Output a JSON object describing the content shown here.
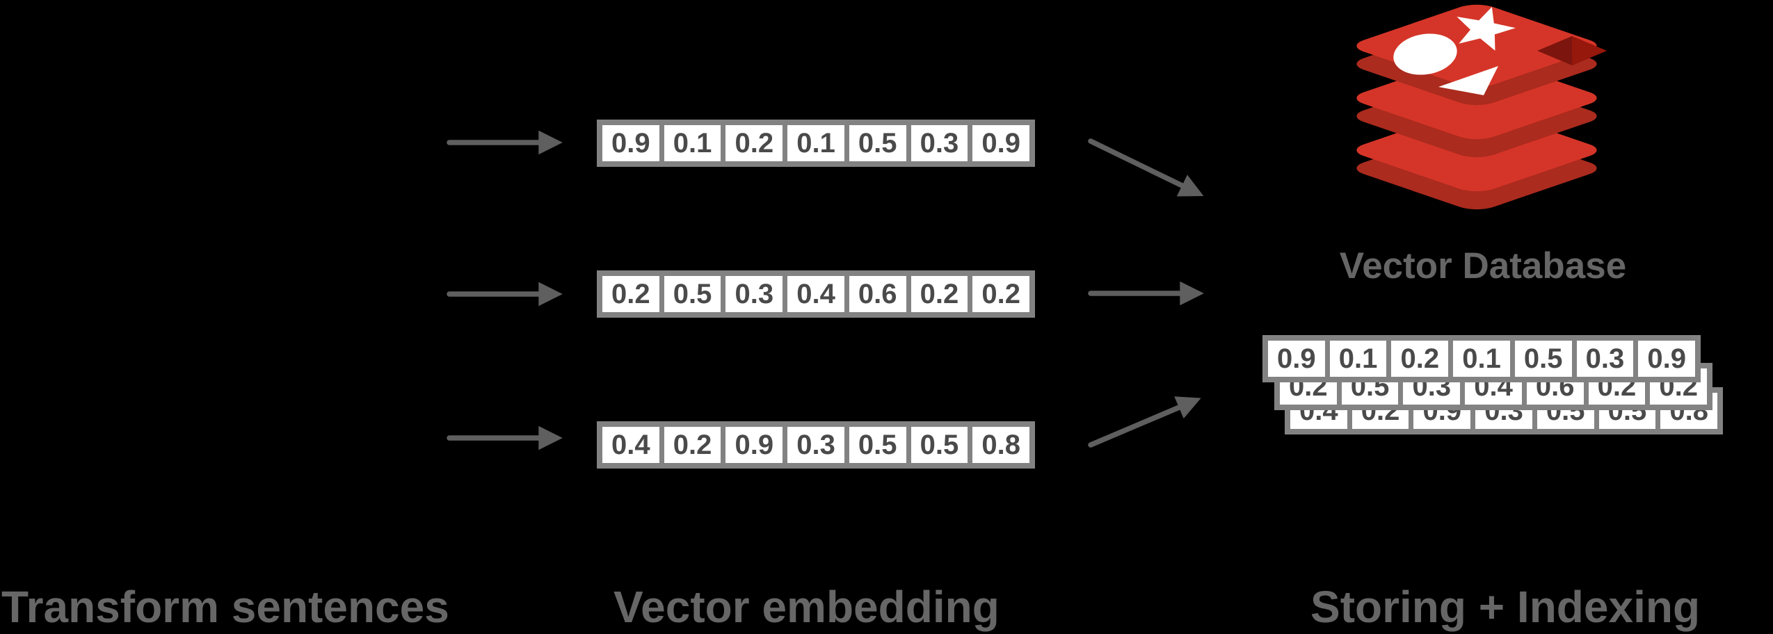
{
  "stages": [
    {
      "label": "Transform sentences"
    },
    {
      "label": "Vector embedding"
    },
    {
      "label": "Storing + Indexing"
    }
  ],
  "database": {
    "label": "Vector Database",
    "icon": "redis-stack-icon"
  },
  "vectors": {
    "embeddings": [
      [
        "0.9",
        "0.1",
        "0.2",
        "0.1",
        "0.5",
        "0.3",
        "0.9"
      ],
      [
        "0.2",
        "0.5",
        "0.3",
        "0.4",
        "0.6",
        "0.2",
        "0.2"
      ],
      [
        "0.4",
        "0.2",
        "0.9",
        "0.3",
        "0.5",
        "0.5",
        "0.8"
      ]
    ],
    "stored": [
      [
        "0.9",
        "0.1",
        "0.2",
        "0.1",
        "0.5",
        "0.3",
        "0.9"
      ],
      [
        "0.2",
        "0.5",
        "0.3",
        "0.4",
        "0.6",
        "0.2",
        "0.2"
      ],
      [
        "0.4",
        "0.2",
        "0.9",
        "0.3",
        "0.5",
        "0.5",
        "0.8"
      ]
    ]
  },
  "colors": {
    "background": "#000000",
    "arrow_gray": "#5f5f5f",
    "frame_gray": "#828282",
    "cell_white": "#ffffff",
    "number_gray": "#4a4a4a",
    "label_gray": "#666666",
    "redis_bright_red": "#d53528",
    "redis_dark_red": "#ab2b1e",
    "redis_hole_red": "#7c150e"
  }
}
